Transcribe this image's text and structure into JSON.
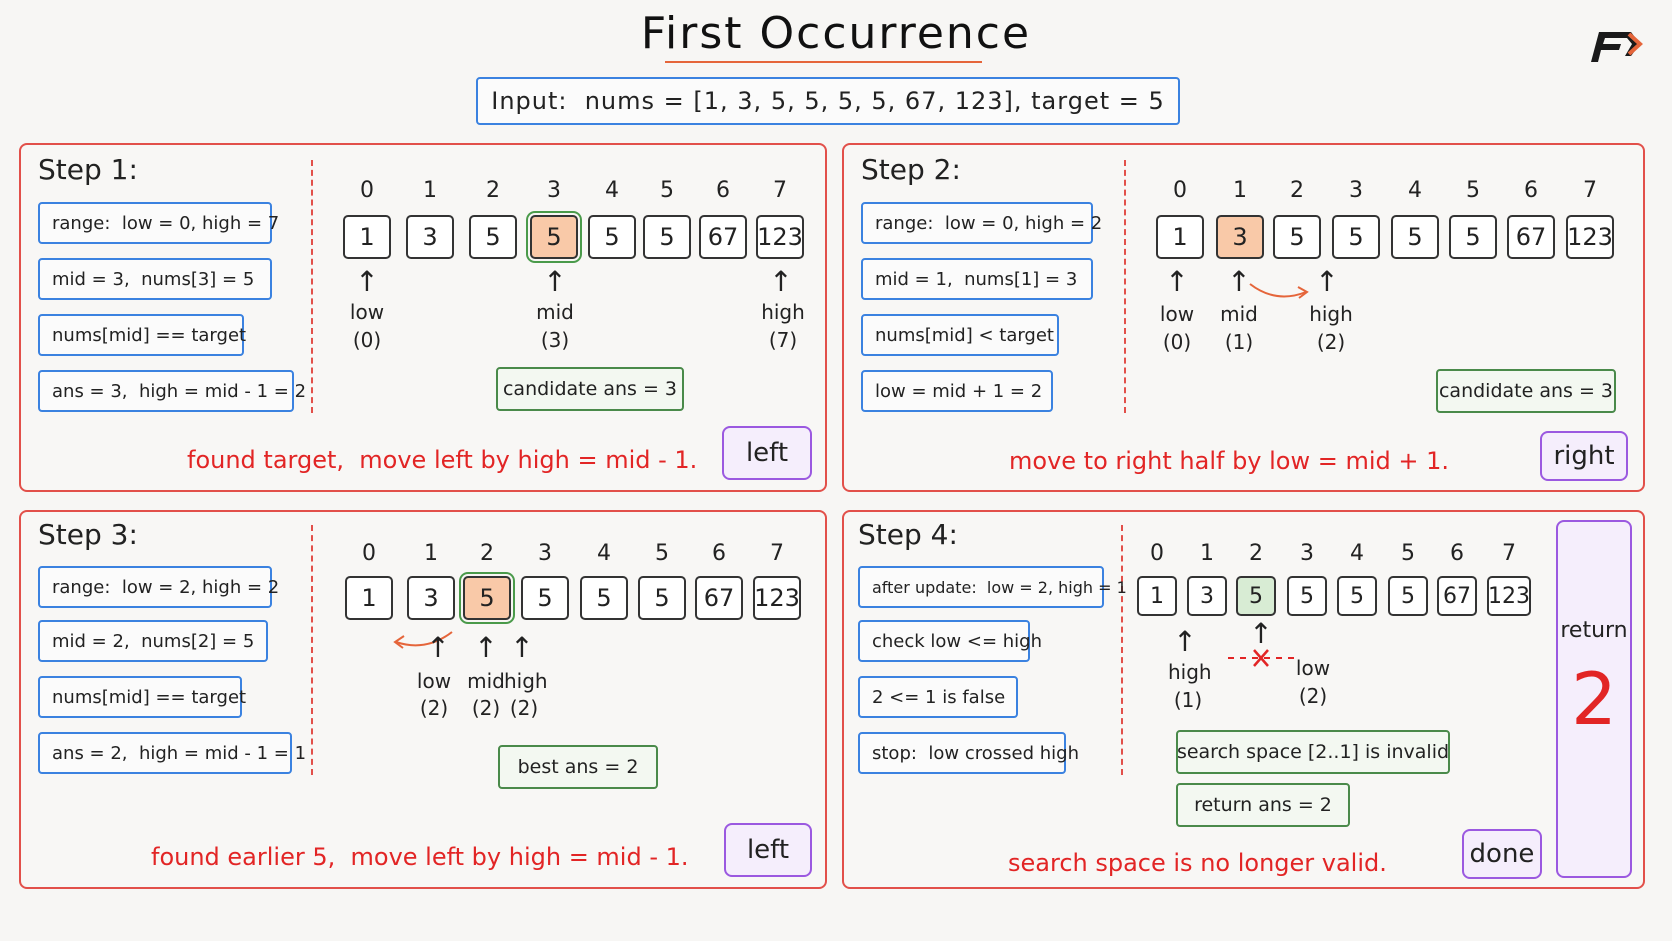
{
  "title": "First Occurrence",
  "input": "Input:  nums = [1, 3, 5, 5, 5, 5, 67, 123], target = 5",
  "indices": [
    "0",
    "1",
    "2",
    "3",
    "4",
    "5",
    "6",
    "7"
  ],
  "nums": [
    "1",
    "3",
    "5",
    "5",
    "5",
    "5",
    "67",
    "123"
  ],
  "step1": {
    "title": "Step 1:",
    "ops": [
      "range:  low = 0, high = 7",
      "mid = 3,  nums[3] = 5",
      "nums[mid] == target",
      "ans = 3,  high = mid - 1 = 2"
    ],
    "ptr_low": "low",
    "ptr_low_val": "(0)",
    "ptr_mid": "mid",
    "ptr_mid_val": "(3)",
    "ptr_high": "high",
    "ptr_high_val": "(7)",
    "candidate": "candidate ans = 3",
    "note": "found target,  move left by high = mid - 1.",
    "direction": "left"
  },
  "step2": {
    "title": "Step 2:",
    "ops": [
      "range:  low = 0, high = 2",
      "mid = 1,  nums[1] = 3",
      "nums[mid] < target",
      "low = mid + 1 = 2"
    ],
    "ptr_low": "low",
    "ptr_low_val": "(0)",
    "ptr_mid": "mid",
    "ptr_mid_val": "(1)",
    "ptr_high": "high",
    "ptr_high_val": "(2)",
    "candidate": "candidate ans = 3",
    "note": "move to right half by low = mid + 1.",
    "direction": "right"
  },
  "step3": {
    "title": "Step 3:",
    "ops": [
      "range:  low = 2, high = 2",
      "mid = 2,  nums[2] = 5",
      "nums[mid] == target",
      "ans = 2,  high = mid - 1 = 1"
    ],
    "ptr_low": "low",
    "ptr_low_val": "(2)",
    "ptr_mid": "mid",
    "ptr_mid_val": "(2)",
    "ptr_high": "high",
    "ptr_high_val": "(2)",
    "best": "best ans = 2",
    "note": "found earlier 5,  move left by high = mid - 1.",
    "direction": "left"
  },
  "step4": {
    "title": "Step 4:",
    "ops": [
      "after update:  low = 2, high = 1",
      "check low <= high",
      "2 <= 1 is false",
      "stop:  low crossed high"
    ],
    "ptr_high": "high",
    "ptr_high_val": "(1)",
    "ptr_low": "low",
    "ptr_low_val": "(2)",
    "invalid": "search space [2..1] is invalid",
    "return_ans": "return ans = 2",
    "note": "search space is no longer valid.",
    "done": "done",
    "return_label": "return",
    "return_value": "2"
  },
  "colors": {
    "panel_border": "#e2504a",
    "op_border": "#3b82e0",
    "green_border": "#4a8a4a",
    "purple_border": "#9b59e0",
    "note_red": "#e22525",
    "highlight_orange": "#f9c9a8",
    "highlight_green": "#d8ecd4"
  },
  "icons": [
    "logo-icon",
    "arrow-up-icon",
    "curved-arrow-icon",
    "cross-icon"
  ]
}
